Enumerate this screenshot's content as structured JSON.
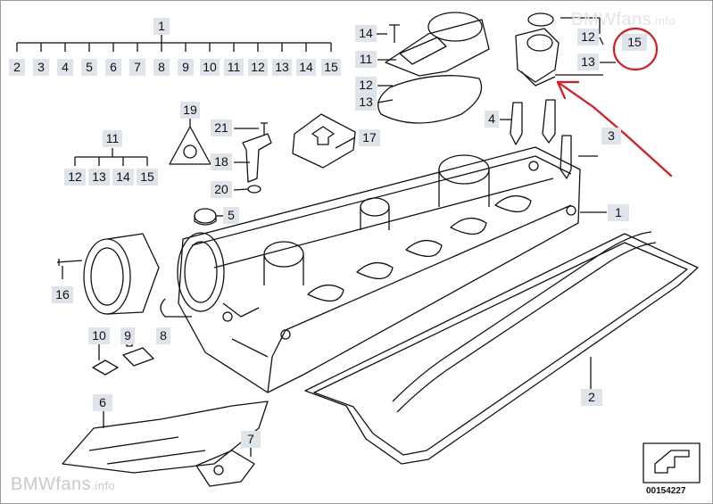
{
  "watermark": {
    "brand": "BMWfans",
    "suffix": ".info"
  },
  "catalog_number": "00154227",
  "callouts": [
    {
      "id": "c1-top",
      "text": "1"
    },
    {
      "id": "s2",
      "text": "2"
    },
    {
      "id": "s3",
      "text": "3"
    },
    {
      "id": "s4",
      "text": "4"
    },
    {
      "id": "s5",
      "text": "5"
    },
    {
      "id": "s6",
      "text": "6"
    },
    {
      "id": "s7",
      "text": "7"
    },
    {
      "id": "s8",
      "text": "8"
    },
    {
      "id": "s9",
      "text": "9"
    },
    {
      "id": "s10",
      "text": "10"
    },
    {
      "id": "s11",
      "text": "11"
    },
    {
      "id": "s12",
      "text": "12"
    },
    {
      "id": "s13",
      "text": "13"
    },
    {
      "id": "s14",
      "text": "14"
    },
    {
      "id": "s15",
      "text": "15"
    },
    {
      "id": "c19",
      "text": "19"
    },
    {
      "id": "c21",
      "text": "21"
    },
    {
      "id": "c18",
      "text": "18"
    },
    {
      "id": "c20",
      "text": "20"
    },
    {
      "id": "c5",
      "text": "5"
    },
    {
      "id": "c17",
      "text": "17"
    },
    {
      "id": "c11-left",
      "text": "11"
    },
    {
      "id": "l12",
      "text": "12"
    },
    {
      "id": "l13",
      "text": "13"
    },
    {
      "id": "l14",
      "text": "14"
    },
    {
      "id": "l15",
      "text": "15"
    },
    {
      "id": "c16",
      "text": "16"
    },
    {
      "id": "c10",
      "text": "10"
    },
    {
      "id": "c9",
      "text": "9"
    },
    {
      "id": "c8",
      "text": "8"
    },
    {
      "id": "c6",
      "text": "6"
    },
    {
      "id": "c7",
      "text": "7"
    },
    {
      "id": "c14-top",
      "text": "14"
    },
    {
      "id": "c11-top",
      "text": "11"
    },
    {
      "id": "c12-top",
      "text": "12"
    },
    {
      "id": "c13-top",
      "text": "13"
    },
    {
      "id": "c12-right",
      "text": "12"
    },
    {
      "id": "c15-right",
      "text": "15"
    },
    {
      "id": "c13-right",
      "text": "13"
    },
    {
      "id": "c4",
      "text": "4"
    },
    {
      "id": "c3",
      "text": "3"
    },
    {
      "id": "c1-right",
      "text": "1"
    },
    {
      "id": "c2",
      "text": "2"
    }
  ],
  "annotation_color": "#e8131b"
}
